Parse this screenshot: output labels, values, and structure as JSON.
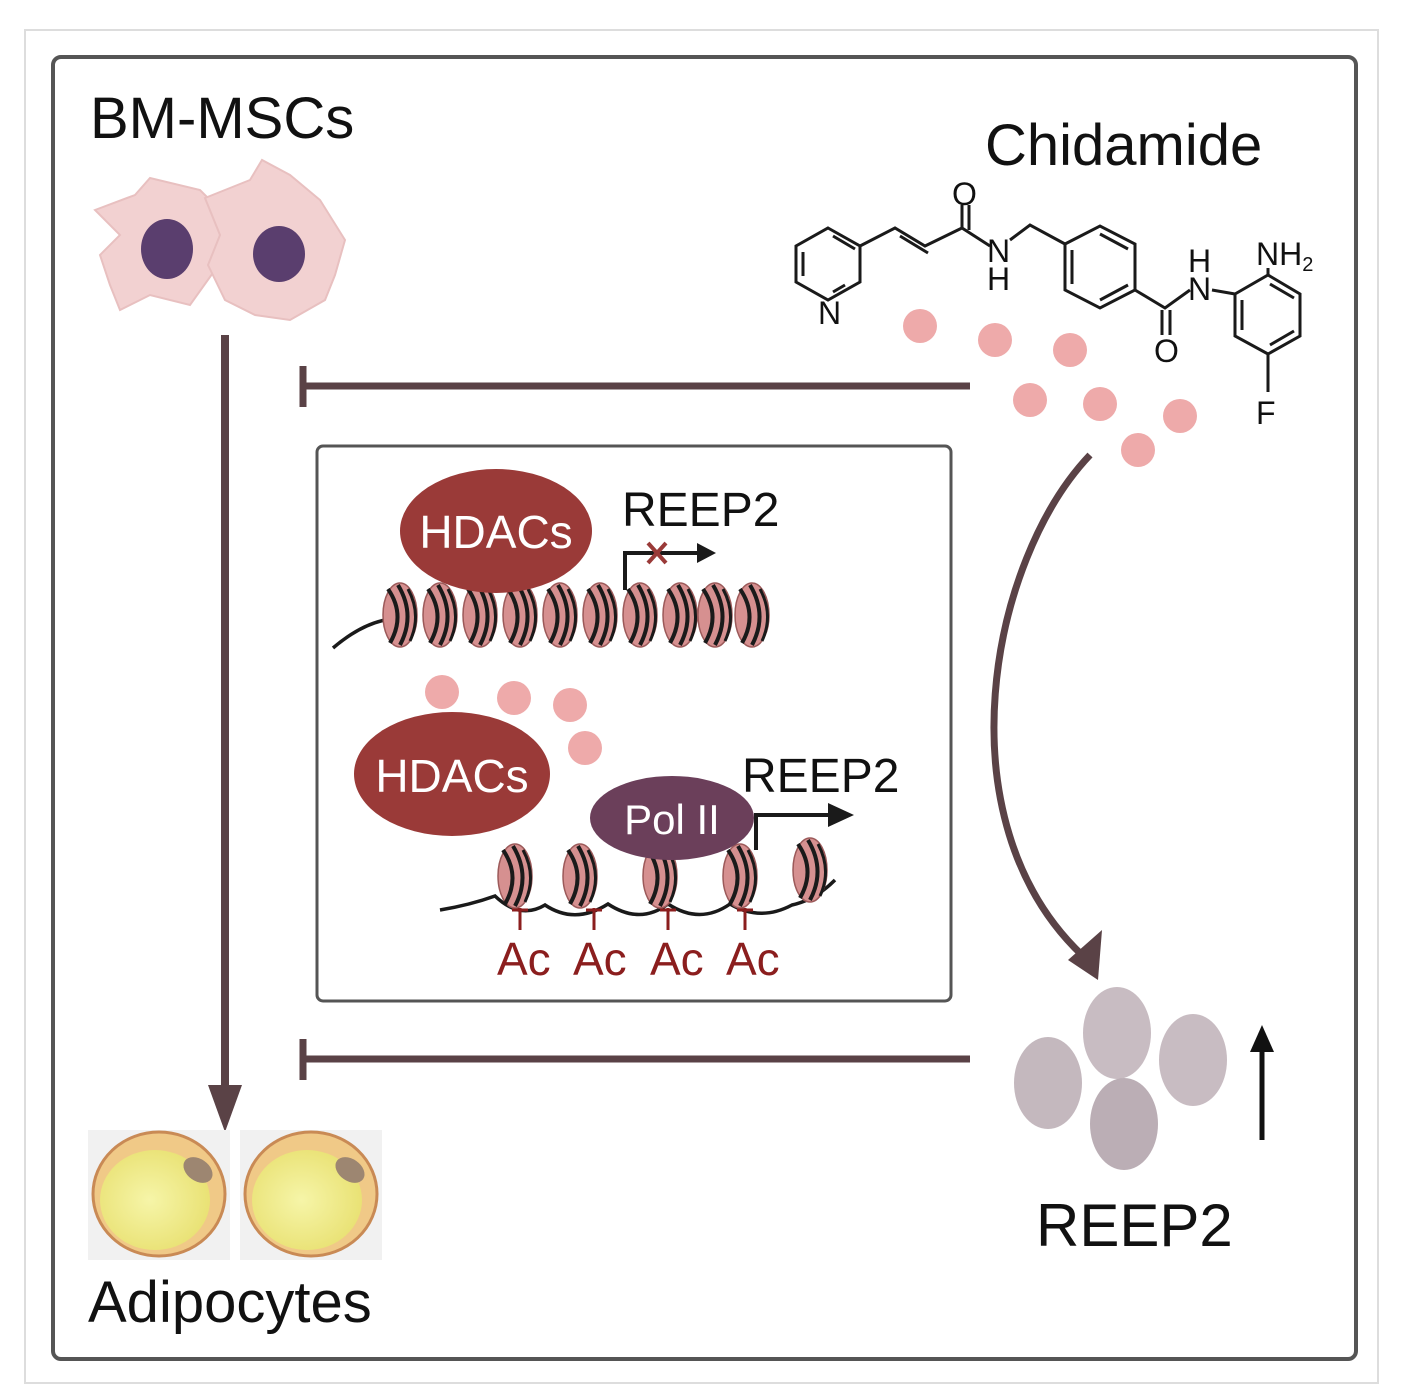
{
  "labels": {
    "source_cells": "BM-MSCs",
    "drug": "Chidamide",
    "target_cells": "Adipocytes",
    "gene_bottom": "REEP2"
  },
  "inset": {
    "top": {
      "enzyme": "HDACs",
      "gene": "REEP2"
    },
    "bottom": {
      "enzyme": "HDACs",
      "polymerase": "Pol II",
      "gene": "REEP2",
      "marks": [
        "Ac",
        "Ac",
        "Ac",
        "Ac"
      ]
    }
  },
  "chem_atoms": {
    "o1": "O",
    "n_amide1": "N",
    "h_amide1": "H",
    "n_pyr": "N",
    "h_amide2": "H",
    "n_amide2": "N",
    "nh2": "NH",
    "nh2_sub": "2",
    "o2": "O",
    "f": "F"
  },
  "colors": {
    "frame": "#555555",
    "arrow": "#5a4246",
    "hdac": "#9a3a38",
    "pol2": "#6b3f5a",
    "drug_dot": "#eeaaaa",
    "reep2_protein": "#bdb0b6",
    "nucleosome": "#d69090",
    "acetyl": "#8b1e1e"
  }
}
